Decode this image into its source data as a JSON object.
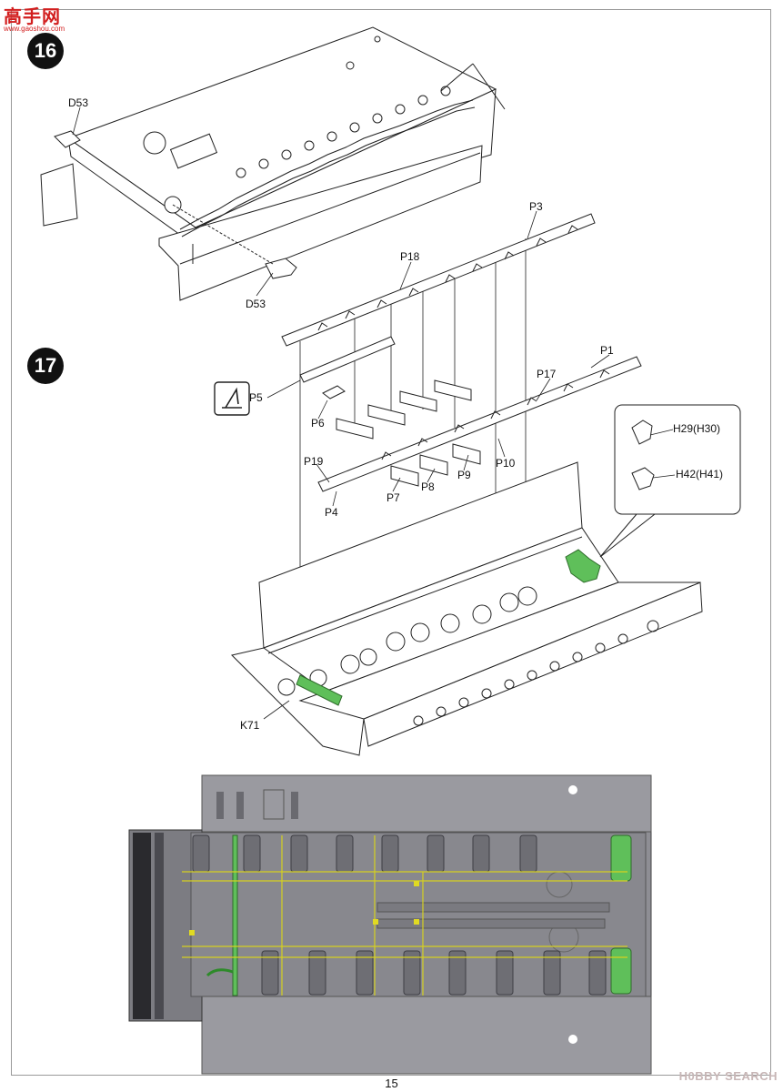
{
  "watermark_top": {
    "main": "高手网",
    "sub": "www.gaoshou.com"
  },
  "watermark_bottom": "H0BBY SEARCH",
  "page_number": "15",
  "steps": [
    {
      "number": "16",
      "parts": [
        "D53",
        "D53"
      ]
    },
    {
      "number": "17",
      "parts": [
        "P3",
        "P18",
        "P1",
        "P17",
        "P5",
        "P6",
        "P19",
        "P4",
        "P7",
        "P8",
        "P9",
        "P10",
        "K71",
        "H29(H30)",
        "H42(H41)"
      ]
    }
  ],
  "colors": {
    "line": "#222222",
    "render_gray": "#8e8e94",
    "render_dark": "#5a5a60",
    "green_part": "#5fbf5a",
    "yellow_guide": "#d6d01f"
  },
  "icons": [
    "glue-icon"
  ]
}
